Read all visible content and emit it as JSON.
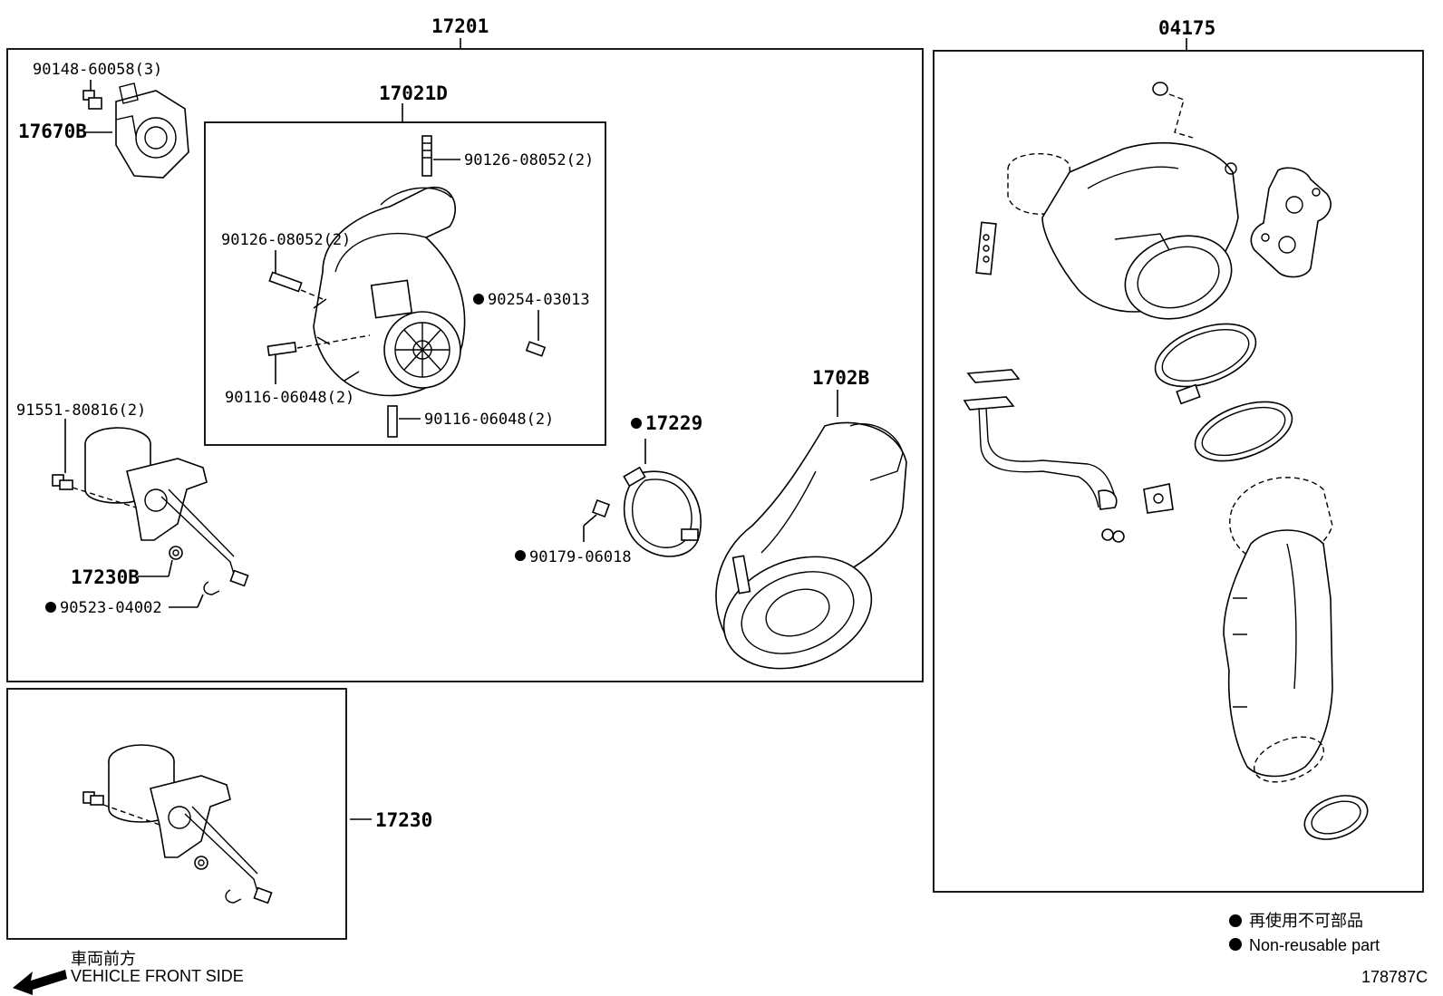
{
  "groups": {
    "turbo_assy": {
      "label": "17201"
    },
    "cartridge": {
      "label": "17021D"
    },
    "kit": {
      "label": "04175"
    },
    "actuator_alt": {
      "label": "17230"
    }
  },
  "parts": {
    "p90148": "90148-60058(3)",
    "p17670B": "17670B",
    "p90126a": "90126-08052(2)",
    "p90126b": "90126-08052(2)",
    "p90254": "90254-03013",
    "p90116a": "90116-06048(2)",
    "p90116b": "90116-06048(2)",
    "p91551": "91551-80816(2)",
    "p17230B": "17230B",
    "p90523": "90523-04002",
    "p17229": "17229",
    "p90179": "90179-06018",
    "p1702B": "1702B"
  },
  "legend": {
    "jp": "再使用不可部品",
    "en": "Non-reusable part"
  },
  "direction": {
    "jp": "車両前方",
    "en": "VEHICLE FRONT SIDE"
  },
  "diagram_code": "178787C"
}
